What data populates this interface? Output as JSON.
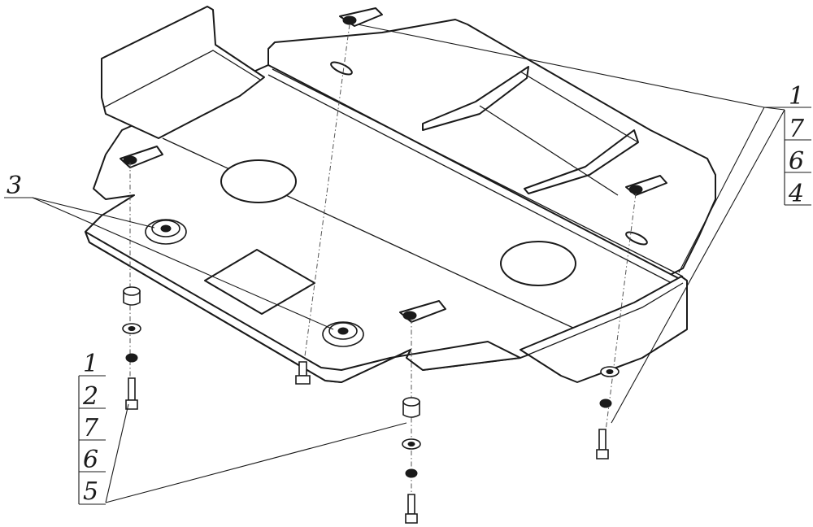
{
  "callouts": {
    "top_right": [
      "1",
      "7",
      "6",
      "4"
    ],
    "bottom_left": [
      "1",
      "2",
      "7",
      "6",
      "5"
    ],
    "left": "3"
  }
}
